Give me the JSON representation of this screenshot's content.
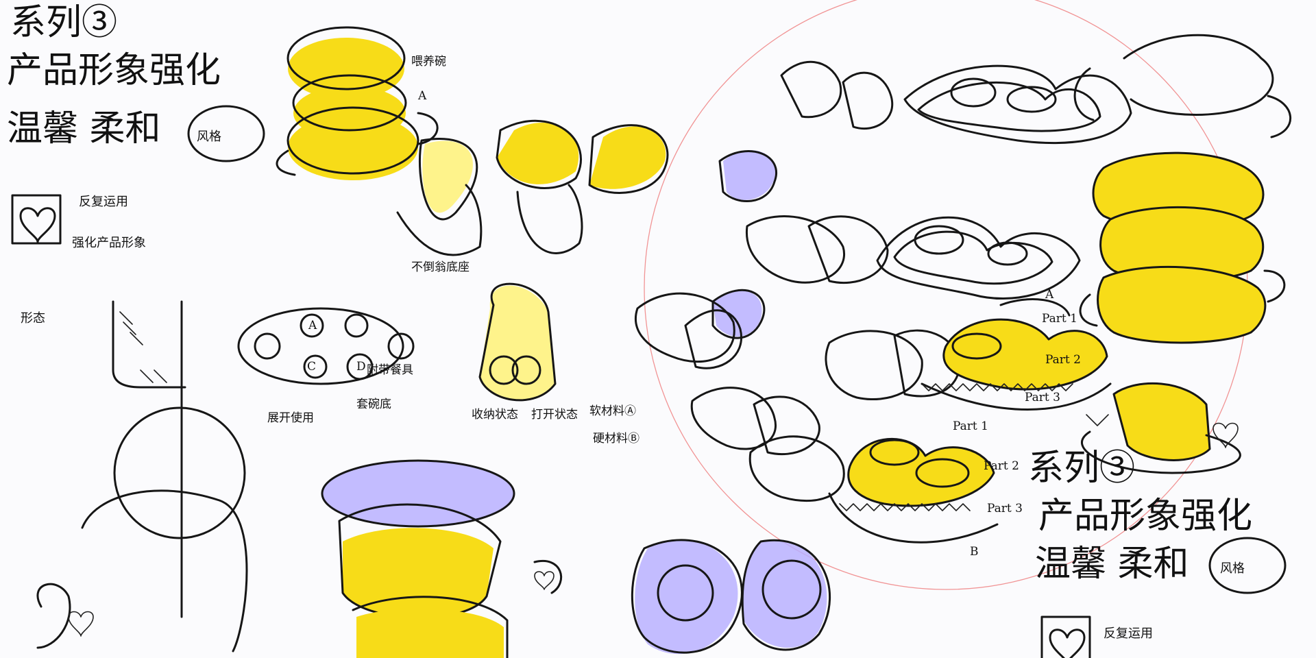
{
  "texts": {
    "left_title": "系列③",
    "left_line1": "产品形象强化",
    "left_line2": "温馨 柔和",
    "left_style": "风格",
    "left_reuse": "反复运用",
    "left_strengthen": "强化产品形象",
    "form": "形态",
    "bottom_left": "展开使用",
    "bottom_mid_1": "收纳状态",
    "bottom_mid_2": "打开状态",
    "bottom_mid_3": "软材料Ⓐ",
    "bottom_mid_4": "硬材料Ⓑ",
    "top_note_1": "喂养碗",
    "top_note_2": "A",
    "top_note_3": "不倒翁底座",
    "top_note_4": "A",
    "top_note_5": "C",
    "top_note_6": "D",
    "top_note_7": "套碗底",
    "top_note_8": "附带餐具",
    "part1": "Part 1",
    "part2": "Part 2",
    "part3": "Part 3",
    "part1b": "Part 1",
    "part2b": "Part 2",
    "part3b": "Part 3",
    "letter_a": "A",
    "letter_b": "B",
    "right_title": "系列③",
    "right_line1": "产品形象强化",
    "right_line2": "温馨 柔和",
    "right_style": "风格",
    "right_reuse": "反复运用"
  }
}
